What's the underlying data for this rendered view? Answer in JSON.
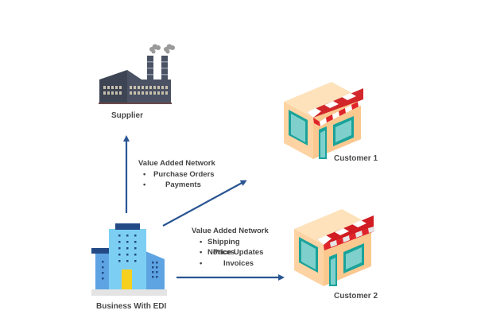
{
  "nodes": {
    "supplier": {
      "label": "Supplier"
    },
    "customer1": {
      "label": "Customer 1"
    },
    "customer2": {
      "label": "Customer 2"
    },
    "business": {
      "label": "Business With EDI"
    }
  },
  "edges": [
    {
      "from": "business",
      "to": "supplier",
      "title": "Value Added Network",
      "items": [
        "Purchase Orders",
        "Payments"
      ]
    },
    {
      "from": "business",
      "to": "customer1"
    },
    {
      "from": "business",
      "to": "customer2",
      "title": "Value Added Network",
      "items": [
        "Shipping Notices",
        "Price Updates",
        "Invoices"
      ]
    }
  ],
  "colors": {
    "arrow": "#2a5593",
    "factory": "#4a5263",
    "building_light": "#7ccff3",
    "building_mid": "#5ea4e3",
    "building_dark": "#244a86",
    "door": "#f5d01e",
    "store_wall": "#fdd3a3",
    "store_top": "#fde2bb",
    "store_teal": "#1aa39a",
    "awning_red": "#e0242b"
  }
}
